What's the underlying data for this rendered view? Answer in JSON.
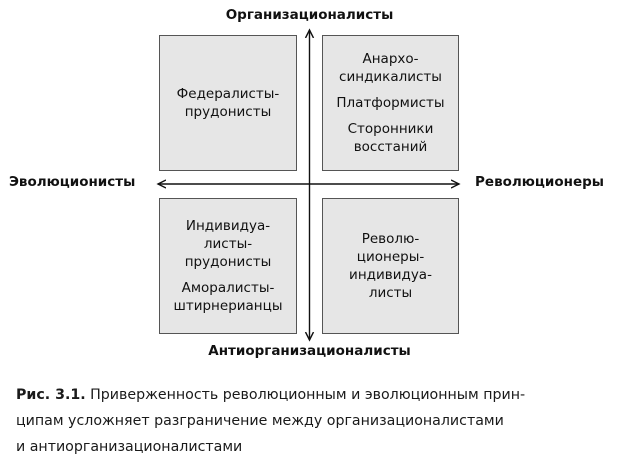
{
  "axes": {
    "top": "Организационалисты",
    "bottom": "Антиорганизационалисты",
    "left": "Эволюционисты",
    "right": "Революционеры"
  },
  "quadrants": {
    "top_left": [
      [
        "Федералисты-",
        "прудонисты"
      ]
    ],
    "top_right": [
      [
        "Анархо-",
        "синдикалисты"
      ],
      [
        "Платформисты"
      ],
      [
        "Сторонники",
        "восстаний"
      ]
    ],
    "bottom_left": [
      [
        "Индивидуа-",
        "листы-",
        "прудонисты"
      ],
      [
        "Аморалисты-",
        "штирнерианцы"
      ]
    ],
    "bottom_right": [
      [
        "Револю-",
        "ционеры-",
        "индивидуа-",
        "листы"
      ]
    ]
  },
  "caption": {
    "number": "Рис. 3.1.",
    "lines": [
      " Приверженность революционным и эволюционным прин-",
      "ципам усложняет разграничение между организационалистами",
      "и антиорганизационалистами"
    ]
  },
  "colors": {
    "box_fill": "#e6e6e6",
    "box_border": "#555555",
    "axis": "#111111"
  }
}
